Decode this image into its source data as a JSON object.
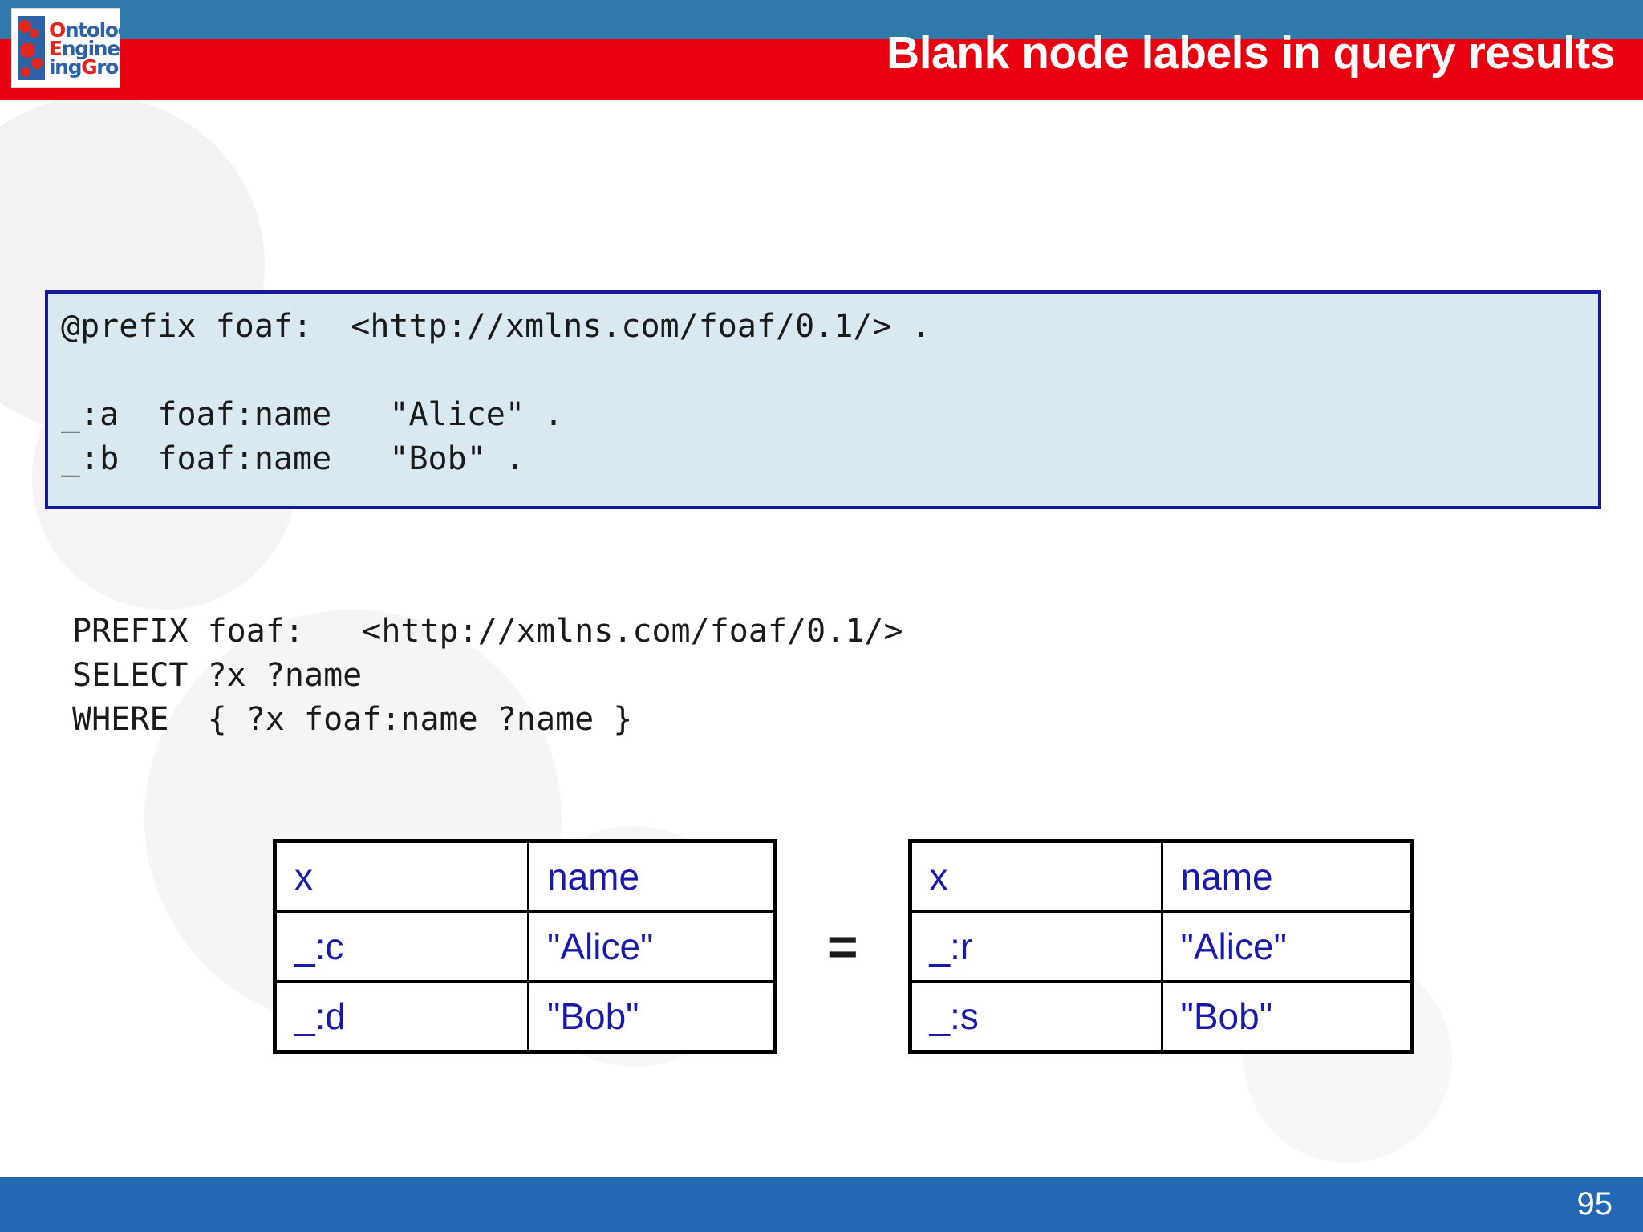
{
  "slide": {
    "title": "Blank node labels in query results",
    "page_number": "95",
    "header_strip_color": "#3079ab",
    "title_bar_color": "#e90010",
    "footer_color": "#2268b2"
  },
  "logo": {
    "line1": "Ontology",
    "line2": "Engineer",
    "line3": "ingGroup",
    "red": "#e3271f",
    "blue": "#2d63a6"
  },
  "turtle_box": {
    "background": "#d9e9f1",
    "border_color": "#1a189a",
    "code": "@prefix foaf:  <http://xmlns.com/foaf/0.1/> .\n\n_:a  foaf:name   \"Alice\" .\n_:b  foaf:name   \"Bob\" ."
  },
  "sparql": {
    "code": "PREFIX foaf:   <http://xmlns.com/foaf/0.1/>\nSELECT ?x ?name\nWHERE  { ?x foaf:name ?name }"
  },
  "results": {
    "equals_symbol": "=",
    "text_color": "#1a1aaa",
    "table_left": {
      "headers": [
        "x",
        "name"
      ],
      "rows": [
        [
          "_:c",
          "\"Alice\""
        ],
        [
          "_:d",
          "\"Bob\""
        ]
      ]
    },
    "table_right": {
      "headers": [
        "x",
        "name"
      ],
      "rows": [
        [
          "_:r",
          "\"Alice\""
        ],
        [
          "_:s",
          "\"Bob\""
        ]
      ]
    }
  }
}
